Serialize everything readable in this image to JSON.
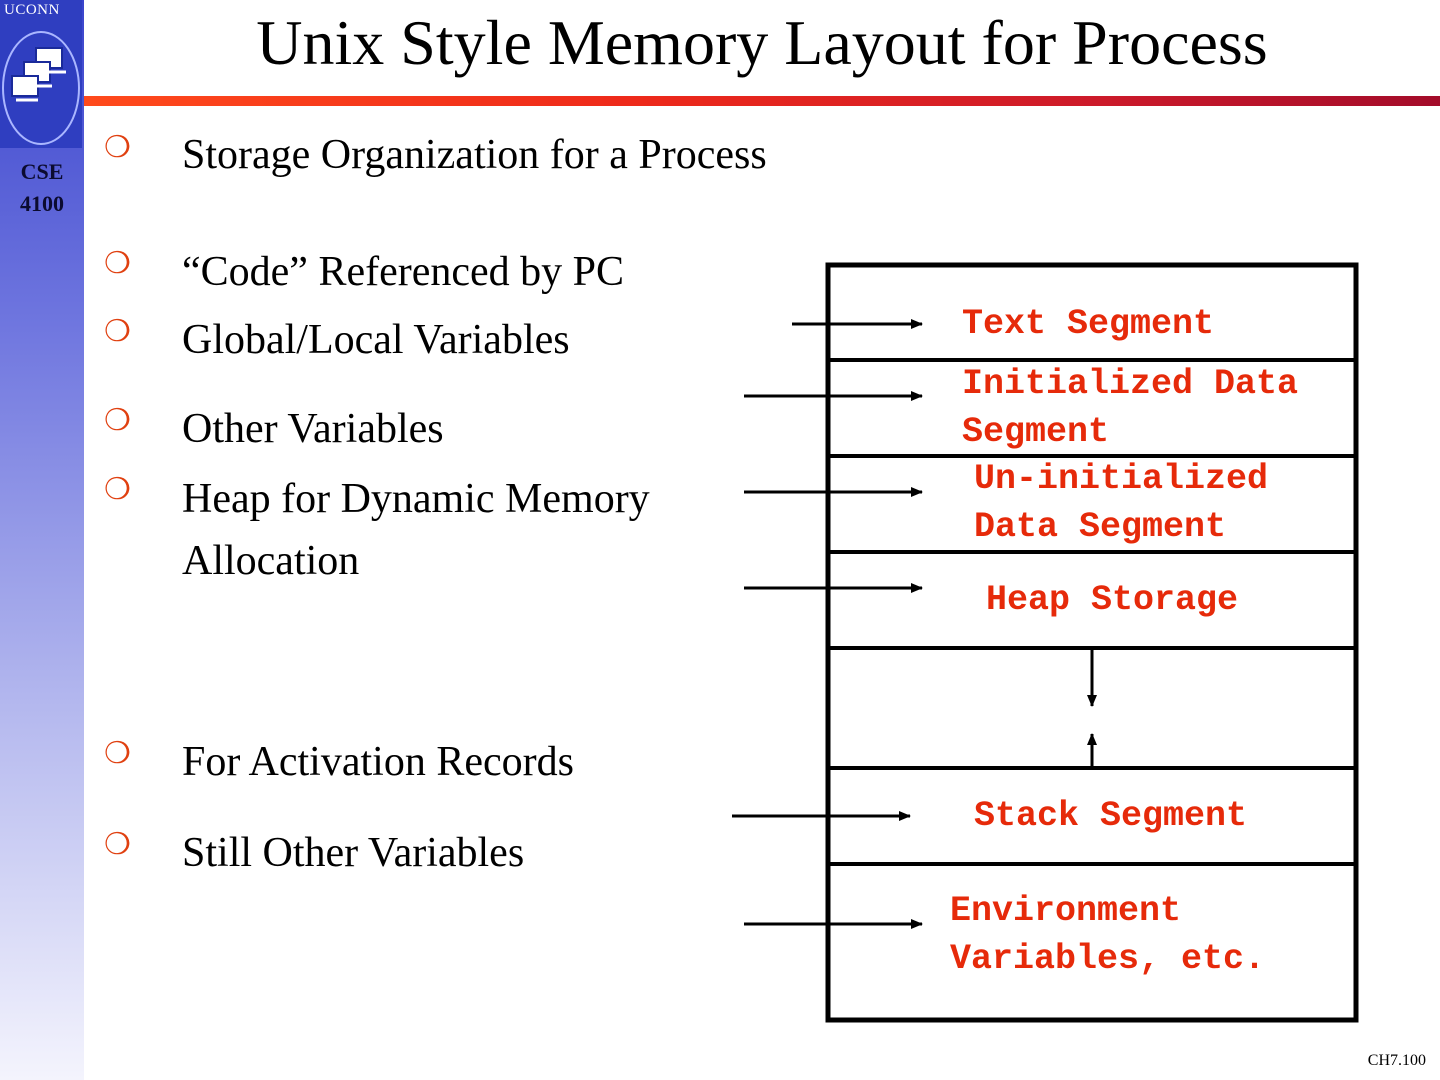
{
  "sidebar": {
    "logo_text": "UCONN",
    "course_line1": "CSE",
    "course_line2": "4100"
  },
  "title": "Unix Style Memory Layout for Process",
  "bullets": [
    {
      "text": "Storage Organization for a Process"
    },
    {
      "text": "“Code” Referenced by PC"
    },
    {
      "text": "Global/Local Variables"
    },
    {
      "text": "Other Variables"
    },
    {
      "text": "Heap for Dynamic Memory Allocation"
    },
    {
      "text": "For Activation Records"
    },
    {
      "text": "Still Other Variables"
    }
  ],
  "segments": {
    "text_segment": "Text Segment",
    "initialized_line1": "Initialized Data",
    "initialized_line2": "Segment",
    "uninitialized_line1": "Un-initialized",
    "uninitialized_line2": "Data Segment",
    "heap": "Heap Storage",
    "stack": "Stack Segment",
    "env_line1": "Environment",
    "env_line2": "Variables, etc."
  },
  "colors": {
    "segment_label": "#e62a0a",
    "bullet_mark": "#e04010",
    "title_rule": "#e62a1a"
  },
  "footer": {
    "page_label": "CH7.100"
  }
}
